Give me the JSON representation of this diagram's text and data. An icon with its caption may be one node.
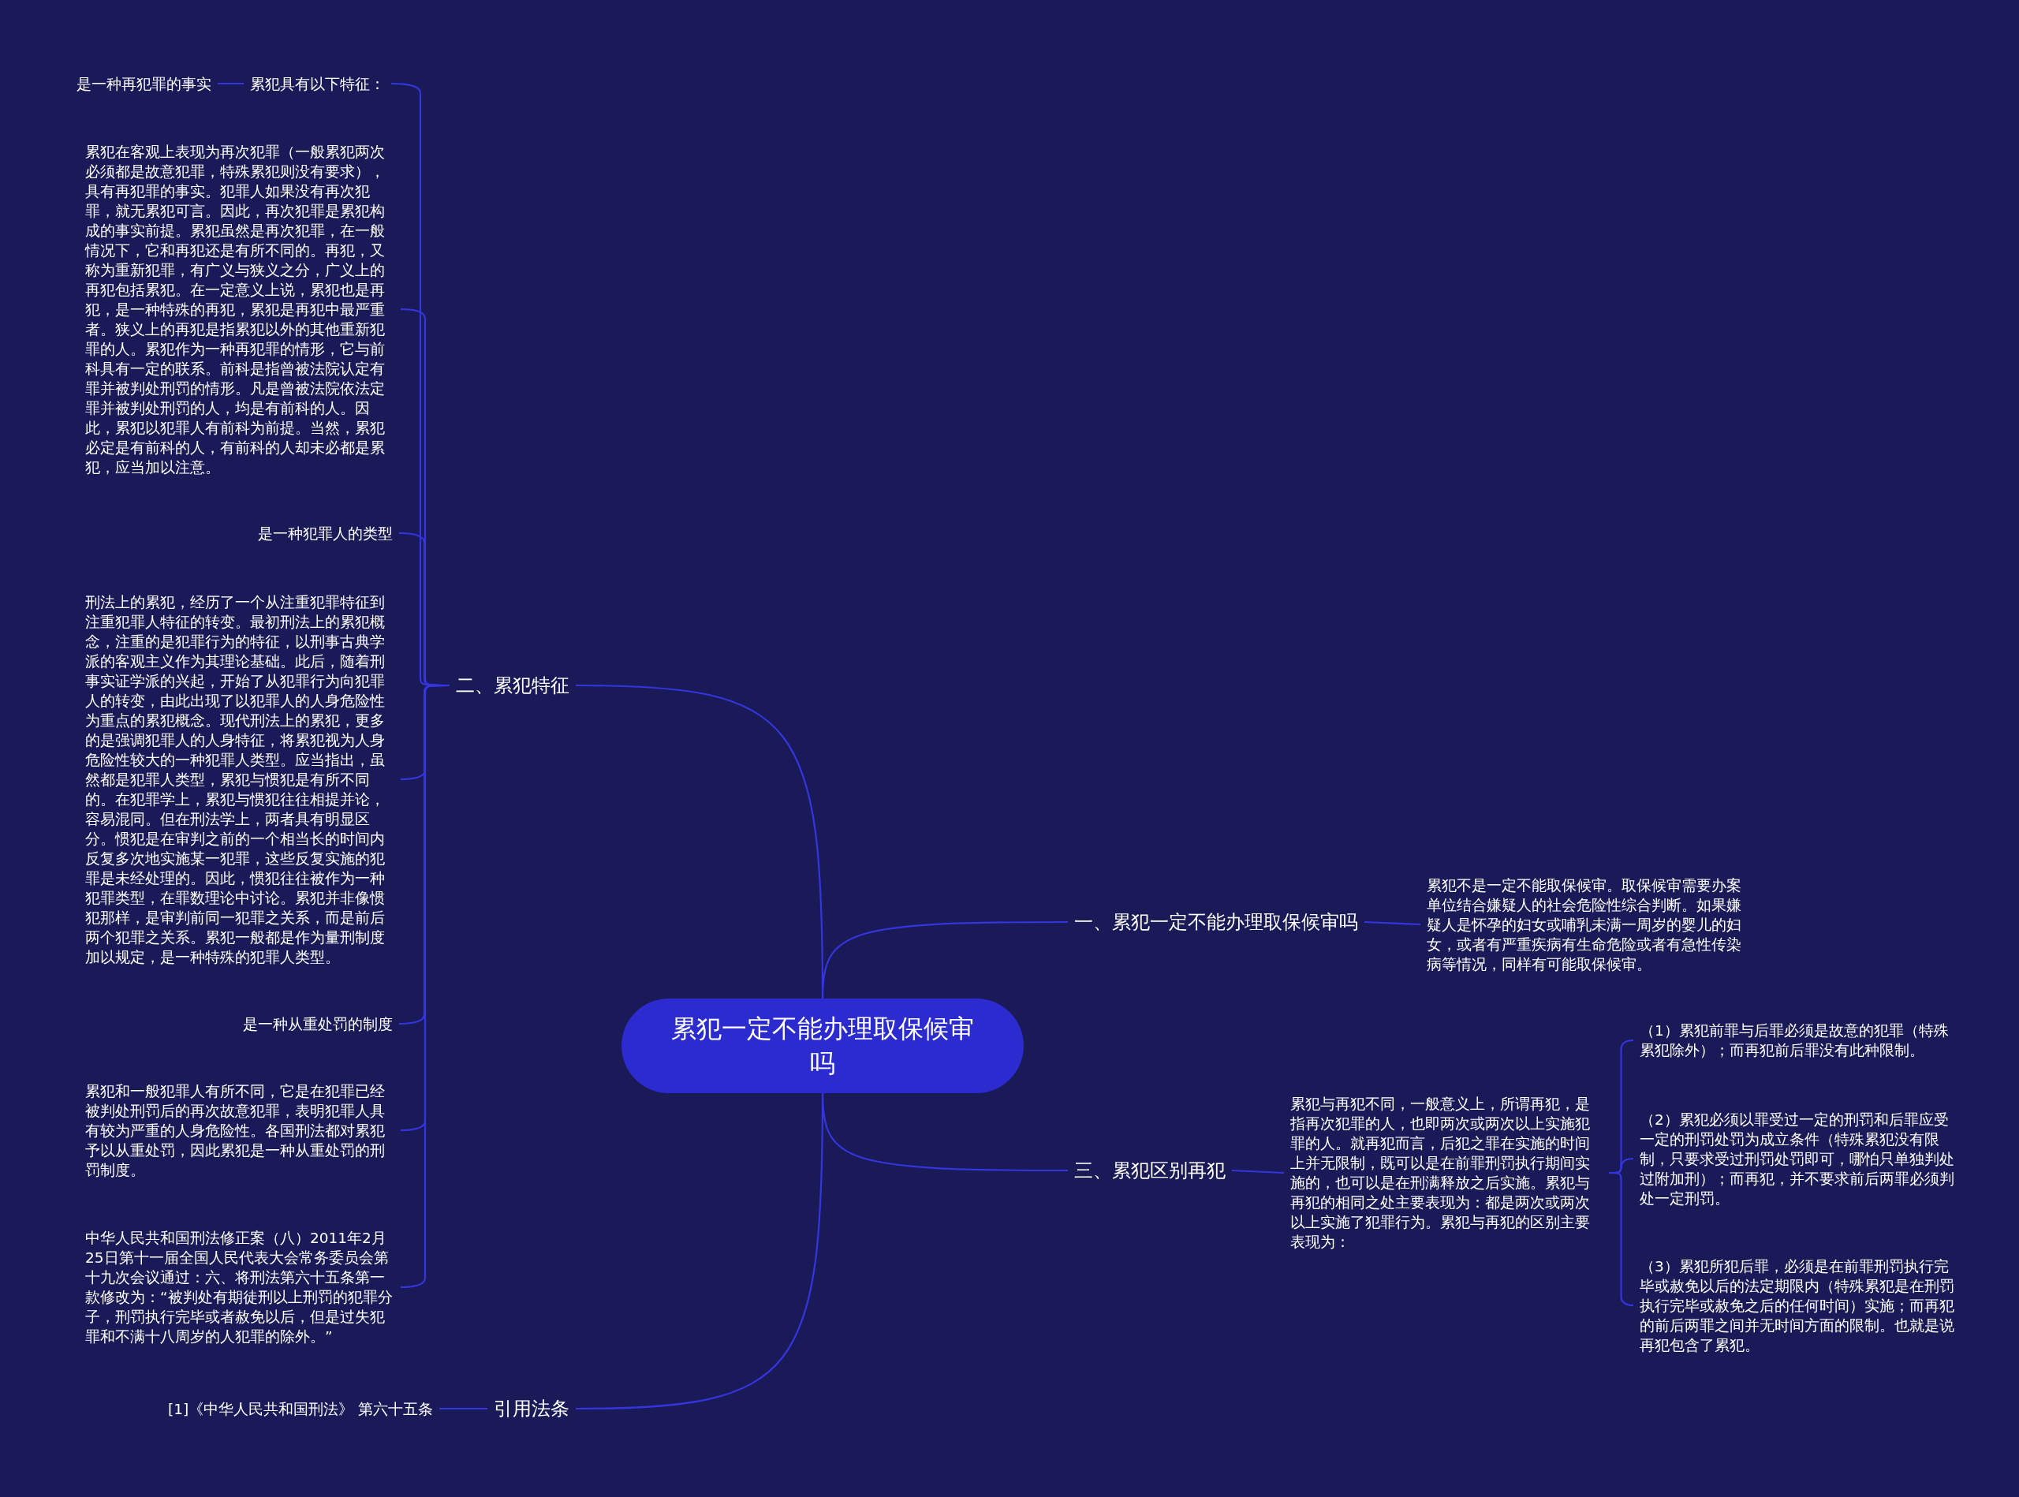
{
  "diagram": {
    "nodes": [
      {
        "text": [
          "累犯一定不能办理取保候审吗"
        ]
      },
      {
        "text": [
          "一、累犯一定不能办理取保候审吗"
        ]
      },
      {
        "text": [
          "累犯不是一定不能取保候审。取保候审需要办案单位结合嫌疑人的社会危险性综合判断。如果嫌疑人是怀孕的妇女或哺乳未满一周岁的婴儿的妇女，或者有严重疾病有生命危险或者有急性传染病等情况，同样有可能取保候审。"
        ]
      },
      {
        "text": [
          "二、累犯特征"
        ]
      },
      {
        "text": [
          "累犯具有以下特征："
        ]
      },
      {
        "text": [
          "是一种再犯罪的事实"
        ]
      },
      {
        "text": [
          "累犯在客观上表现为再次犯罪（一般累犯两次必须都是故意犯罪，特殊累犯则没有要求），具有再犯罪的事实。犯罪人如果没有再次犯罪，就无累犯可言。因此，再次犯罪是累犯构成的事实前提。累犯虽然是再次犯罪，在一般情况下，它和再犯还是有所不同的。再犯，又称为重新犯罪，有广义与狭义之分，广义上的再犯包括累犯。在一定意义上说，累犯也是再犯，是一种特殊的再犯，累犯是再犯中最严重者。狭义上的再犯是指累犯以外的其他重新犯罪的人。累犯作为一种再犯罪的情形，它与前科具有一定的联系。前科是指曾被法院认定有罪并被判处刑罚的情形。凡是曾被法院依法定罪并被判处刑罚的人，均是有前科的人。因此，累犯以犯罪人有前科为前提。当然，累犯必定是有前科的人，有前科的人却未必都是累犯，应当加以注意。"
        ]
      },
      {
        "text": [
          "是一种犯罪人的类型"
        ]
      },
      {
        "text": [
          "刑法上的累犯，经历了一个从注重犯罪特征到注重犯罪人特征的转变。最初刑法上的累犯概念，注重的是犯罪行为的特征，以刑事古典学派的客观主义作为其理论基础。此后，随着刑事实证学派的兴起，开始了从犯罪行为向犯罪人的转变，由此出现了以犯罪人的人身危险性为重点的累犯概念。现代刑法上的累犯，更多的是强调犯罪人的人身特征，将累犯视为人身危险性较大的一种犯罪人类型。应当指出，虽然都是犯罪人类型，累犯与惯犯是有所不同的。在犯罪学上，累犯与惯犯往往相提并论，容易混同。但在刑法学上，两者具有明显区分。惯犯是在审判之前的一个相当长的时间内反复多次地实施某一犯罪，这些反复实施的犯罪是未经处理的。因此，惯犯往往被作为一种犯罪类型，在罪数理论中讨论。累犯并非像惯犯那样，是审判前同一犯罪之关系，而是前后两个犯罪之关系。累犯一般都是作为量刑制度加以规定，是一种特殊的犯罪人类型。"
        ]
      },
      {
        "text": [
          "是一种从重处罚的制度"
        ]
      },
      {
        "text": [
          "累犯和一般犯罪人有所不同，它是在犯罪已经被判处刑罚后的再次故意犯罪，表明犯罪人具有较为严重的人身危险性。各国刑法都对累犯予以从重处罚，因此累犯是一种从重处罚的刑罚制度。"
        ]
      },
      {
        "text": [
          "中华人民共和国刑法修正案（八）2011年2月25日第十一届全国人民代表大会常务委员会第十九次会议通过：六、将刑法第六十五条第一款修改为：“被判处有期徒刑以上刑罚的犯罪分子，刑罚执行完毕或者赦免以后，但是过失犯罪和不满十八周岁的人犯罪的除外。”"
        ]
      },
      {
        "text": [
          "引用法条"
        ]
      },
      {
        "text": [
          "[1]《中华人民共和国刑法》 第六十五条"
        ]
      },
      {
        "text": [
          "三、累犯区别再犯"
        ]
      },
      {
        "text": [
          "累犯与再犯不同，一般意义上，所谓再犯，是指再次犯罪的人，也即两次或两次以上实施犯罪的人。就再犯而言，后犯之罪在实施的时间上并无限制，既可以是在前罪刑罚执行期间实施的，也可以是在刑满释放之后实施。累犯与再犯的相同之处主要表现为：都是两次或两次以上实施了犯罪行为。累犯与再犯的区别主要表现为："
        ]
      },
      {
        "text": [
          "（1）累犯前罪与后罪必须是故意的犯罪（特殊累犯除外）；而再犯前后罪没有此种限制。"
        ]
      },
      {
        "text": [
          "（2）累犯必须以罪受过一定的刑罚和后罪应受一定的刑罚处罚为成立条件（特殊累犯没有限制，只要求受过刑罚处罚即可，哪怕只单独判处过附加刑）；而再犯，并不要求前后两罪必须判处一定刑罚。"
        ]
      },
      {
        "text": [
          "（3）累犯所犯后罪，必须是在前罪刑罚执行完毕或赦免以后的法定期限内（特殊累犯是在刑罚执行完毕或赦免之后的任何时间）实施；而再犯的前后两罪之间并无时间方面的限制。也就是说再犯包含了累犯。"
        ]
      }
    ],
    "edges": [
      {
        "from": 0,
        "to": 1,
        "arrow": "none"
      },
      {
        "from": 1,
        "to": 2,
        "arrow": "none"
      },
      {
        "from": 0,
        "to": 3,
        "arrow": "none"
      },
      {
        "from": 3,
        "to": 4,
        "arrow": "none"
      },
      {
        "from": 4,
        "to": 5,
        "arrow": "none"
      },
      {
        "from": 3,
        "to": 6,
        "arrow": "none"
      },
      {
        "from": 3,
        "to": 7,
        "arrow": "none"
      },
      {
        "from": 3,
        "to": 8,
        "arrow": "none"
      },
      {
        "from": 3,
        "to": 9,
        "arrow": "none"
      },
      {
        "from": 3,
        "to": 10,
        "arrow": "none"
      },
      {
        "from": 3,
        "to": 11,
        "arrow": "none"
      },
      {
        "from": 0,
        "to": 12,
        "arrow": "none"
      },
      {
        "from": 12,
        "to": 13,
        "arrow": "none"
      },
      {
        "from": 0,
        "to": 14,
        "arrow": "none"
      },
      {
        "from": 14,
        "to": 15,
        "arrow": "none"
      },
      {
        "from": 15,
        "to": 16,
        "arrow": "none"
      },
      {
        "from": 15,
        "to": 17,
        "arrow": "none"
      },
      {
        "from": 15,
        "to": 18,
        "arrow": "none"
      }
    ]
  }
}
